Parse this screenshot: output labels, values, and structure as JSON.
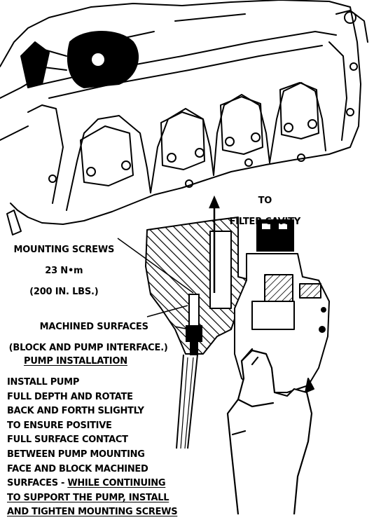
{
  "labels": {
    "filter_cavity_line1": "TO",
    "filter_cavity_line2": "FILTER CAVITY",
    "mounting_screws_title": "MOUNTING SCREWS",
    "mounting_screws_torque": "23 N•m",
    "mounting_screws_inlbs": "(200 IN. LBS.)",
    "machined_surfaces_line1": "MACHINED SURFACES",
    "machined_surfaces_line2": "(BLOCK AND PUMP INTERFACE.)"
  },
  "instructions": {
    "heading": "PUMP INSTALLATION",
    "lines": [
      "INSTALL PUMP",
      "FULL DEPTH AND ROTATE",
      "BACK AND FORTH SLIGHTLY",
      "TO ENSURE POSITIVE",
      "FULL SURFACE CONTACT",
      "BETWEEN PUMP MOUNTING",
      "FACE AND BLOCK MACHINED",
      "SURFACES - ",
      "TO SUPPORT THE PUMP, INSTALL",
      "AND TIGHTEN MOUNTING SCREWS"
    ],
    "emphasis": "WHILE CONTINUING"
  }
}
